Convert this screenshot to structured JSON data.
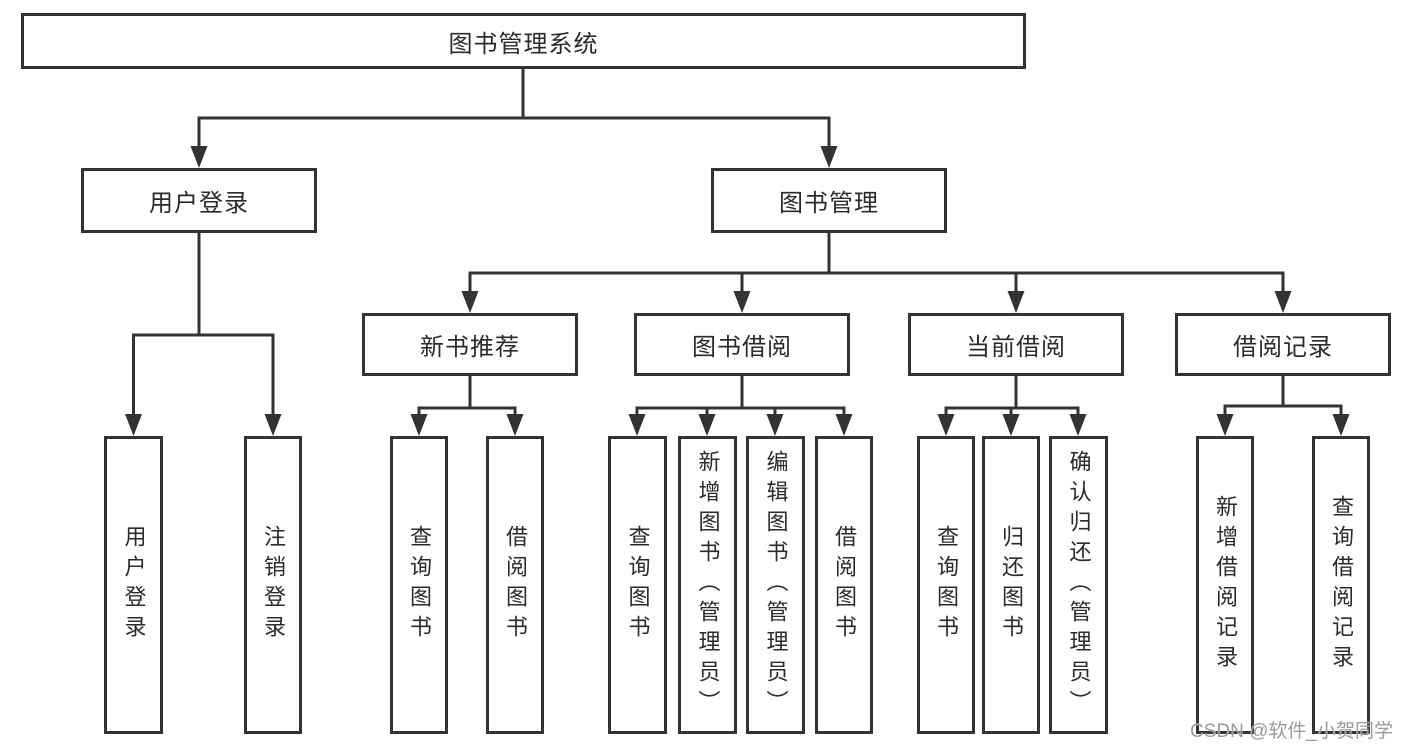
{
  "diagram": {
    "root": "图书管理系统",
    "branches": {
      "user_login": {
        "label": "用户登录",
        "children": [
          "用户登录",
          "注销登录"
        ]
      },
      "book_mgmt": {
        "label": "图书管理",
        "sections": {
          "new_book": {
            "label": "新书推荐",
            "children": [
              "查询图书",
              "借阅图书"
            ]
          },
          "book_borrow": {
            "label": "图书借阅",
            "children": [
              "查询图书",
              "新增图书（管理员）",
              "编辑图书（管理员）",
              "借阅图书"
            ]
          },
          "current_borrow": {
            "label": "当前借阅",
            "children": [
              "查询图书",
              "归还图书",
              "确认归还（管理员）"
            ]
          },
          "borrow_records": {
            "label": "借阅记录",
            "children": [
              "新增借阅记录",
              "查询借阅记录"
            ]
          }
        }
      }
    }
  },
  "watermark": "CSDN @软件_小贺同学",
  "colors": {
    "line": "#333333",
    "text": "#2b2b2b",
    "background": "#ffffff",
    "watermark": "#9b9b9b"
  }
}
